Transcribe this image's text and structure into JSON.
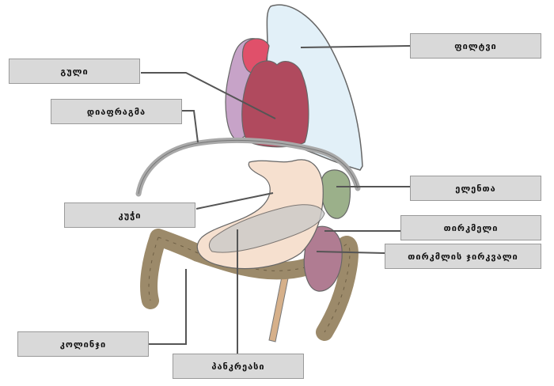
{
  "labels": {
    "lung": "ფილტვი",
    "heart": "გული",
    "diaphragm": "დიაფრაგმა",
    "spleen": "ელენთა",
    "stomach": "კუჭი",
    "kidney": "თირკმელი",
    "adrenal_gland": "თირკმლის ჯირკვალი",
    "colon": "კოლინჯი",
    "pancreas": "პანკრეასი"
  },
  "colors": {
    "lung": "#e2f0f8",
    "heart": "#b04a5e",
    "heart_vessel": "#e0506a",
    "left_vessel": "#c7a3c8",
    "diaphragm": "#a9a9a9",
    "stomach": "#f6e0cf",
    "spleen": "#9bb08a",
    "kidney": "#b07c92",
    "colon": "#9c8a6a",
    "pancreas": "#c8c8c8",
    "leader_line": "#555555",
    "label_bg": "#d9d9d9"
  }
}
